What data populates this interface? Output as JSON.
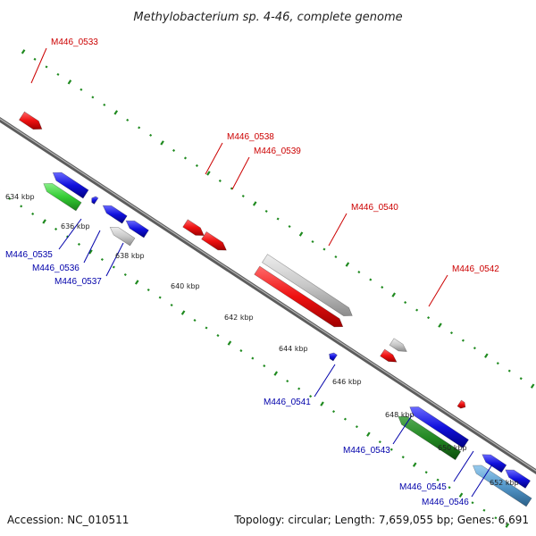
{
  "title": "Methylobacterium sp. 4-46, complete genome",
  "footer": {
    "accession": "Accession: NC_010511",
    "summary": "Topology: circular; Length: 7,659,055 bp; Genes: 6,691"
  },
  "colors": {
    "forward_label": "#cc0000",
    "reverse_label": "#0000aa",
    "backbone": "#8a8a8a",
    "tick": "#1f8a1f",
    "red_gene": "#ee1111",
    "blue_gene": "#1111dd",
    "grey_gene": "#c8c8c8",
    "green_gene": "#33cc33",
    "dark_green_gene": "#228822",
    "steel_gene": "#5599cc"
  },
  "ticks": [
    "634 kbp",
    "636 kbp",
    "638 kbp",
    "640 kbp",
    "642 kbp",
    "644 kbp",
    "646 kbp",
    "648 kbp",
    "650 kbp",
    "652 kbp"
  ],
  "genes_forward": [
    {
      "name": "M446_0533",
      "color": "red"
    },
    {
      "name": "M446_0538",
      "color": "red"
    },
    {
      "name": "M446_0539",
      "color": "red"
    },
    {
      "name": "M446_0540",
      "color": "red"
    },
    {
      "name": "M446_0542",
      "color": "red"
    }
  ],
  "genes_reverse": [
    {
      "name": "M446_0535",
      "color": "blue"
    },
    {
      "name": "M446_0536",
      "color": "blue"
    },
    {
      "name": "M446_0537",
      "color": "blue"
    },
    {
      "name": "M446_0541",
      "color": "blue"
    },
    {
      "name": "M446_0543",
      "color": "blue"
    },
    {
      "name": "M446_0545",
      "color": "blue"
    },
    {
      "name": "M446_0546",
      "color": "blue"
    }
  ]
}
